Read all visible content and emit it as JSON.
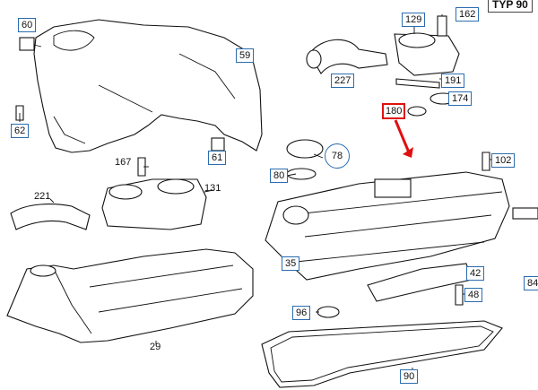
{
  "header": {
    "type_label": "TYP 90"
  },
  "callouts": {
    "c60": "60",
    "c59": "59",
    "c62": "62",
    "c61": "61",
    "c129": "129",
    "c162": "162",
    "c227": "227",
    "c191": "191",
    "c180": "180",
    "c174": "174",
    "c167": "167",
    "c131": "131",
    "c221": "221",
    "c78": "78",
    "c80": "80",
    "c102": "102",
    "c35": "35",
    "c42": "42",
    "c48": "48",
    "c84": "84",
    "c96": "96",
    "c29": "29",
    "c90": "90"
  },
  "colors": {
    "callout_border": "#2a6db0",
    "highlight": "#e01010",
    "line": "#111111"
  },
  "highlight": {
    "target": "180"
  }
}
